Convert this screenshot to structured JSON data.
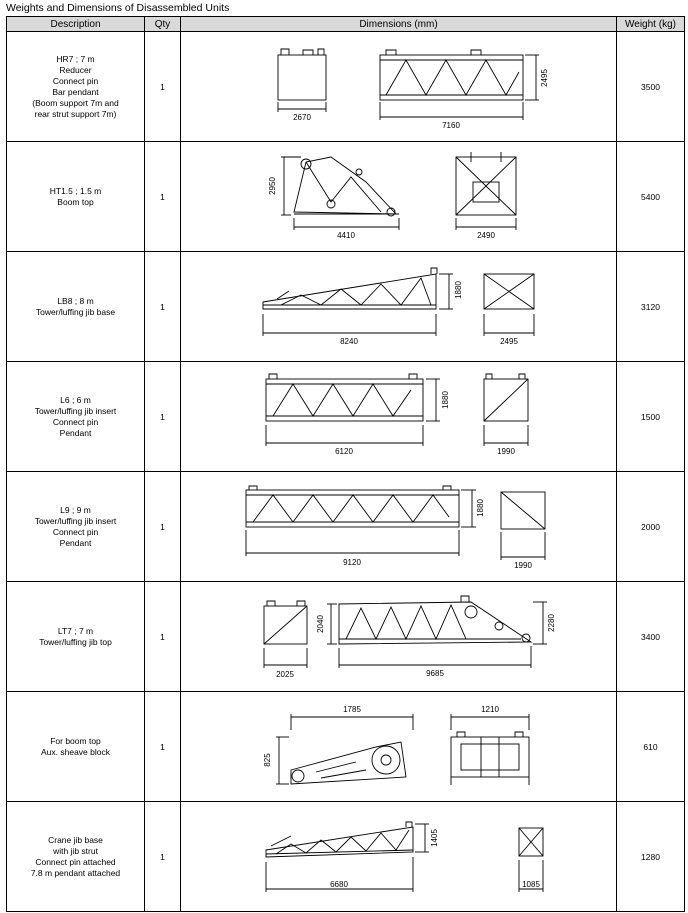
{
  "title": "Weights and Dimensions of Disassembled Units",
  "columns": [
    "Description",
    "Qty",
    "Dimensions (mm)",
    "Weight (kg)"
  ],
  "rows": [
    {
      "description": [
        "HR7 ; 7 m",
        "Reducer",
        "Connect pin",
        "Bar pendant",
        "(Boom support 7m and",
        "rear strut support 7m)"
      ],
      "qty": "1",
      "weight": "3500",
      "dims": [
        "2670",
        "7160",
        "2495"
      ]
    },
    {
      "description": [
        "HT1.5 ; 1.5 m",
        "Boom top"
      ],
      "qty": "1",
      "weight": "5400",
      "dims": [
        "2950",
        "4410",
        "2490"
      ]
    },
    {
      "description": [
        "LB8 ; 8 m",
        "Tower/luffing jib base"
      ],
      "qty": "1",
      "weight": "3120",
      "dims": [
        "1880",
        "8240",
        "2495"
      ]
    },
    {
      "description": [
        "L6 ; 6 m",
        "Tower/luffing jib insert",
        "Connect pin",
        "Pendant"
      ],
      "qty": "1",
      "weight": "1500",
      "dims": [
        "1880",
        "6120",
        "1990"
      ]
    },
    {
      "description": [
        "L9 ; 9 m",
        "Tower/luffing jib insert",
        "Connect pin",
        "Pendant"
      ],
      "qty": "1",
      "weight": "2000",
      "dims": [
        "1880",
        "9120",
        "1990"
      ]
    },
    {
      "description": [
        "LT7 ; 7 m",
        "Tower/luffing jib top"
      ],
      "qty": "1",
      "weight": "3400",
      "dims": [
        "2025",
        "2040",
        "9685",
        "2280"
      ]
    },
    {
      "description": [
        "For boom top",
        "Aux. sheave block"
      ],
      "qty": "1",
      "weight": "610",
      "dims": [
        "1785",
        "1210",
        "825"
      ]
    },
    {
      "description": [
        "Crane jib base",
        "with jib strut",
        "Connect pin attached",
        "7.8 m pendant attached"
      ],
      "qty": "1",
      "weight": "1280",
      "dims": [
        "1405",
        "6680",
        "1085"
      ]
    }
  ]
}
